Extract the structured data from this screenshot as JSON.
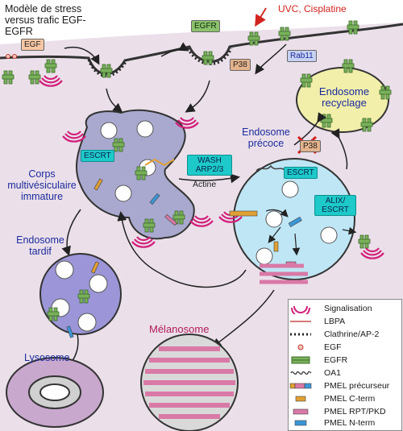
{
  "title": "Modèle de stress versus trafic EGF-EGFR",
  "labels": {
    "uvc": "UVC, Cisplatine",
    "egf": "EGF",
    "egfr": "EGFR",
    "p38_top": "P38",
    "rab11": "Rab11",
    "endosome_recyclage": "Endosome recyclage",
    "escrt_mvb": "ESCRT",
    "corps_mvb": "Corps multivésiculaire immature",
    "wash": "WASH ARP2/3",
    "actine": "Actine",
    "endosome_precoce": "Endosome précoce",
    "p38_crossed": "P38",
    "escrt_early": "ESCRT",
    "alix": "ALIX/ ESCRT",
    "endosome_tardif": "Endosome tardif",
    "lysosome": "Lysosome",
    "melanosome": "Mélanosome"
  },
  "legend": [
    {
      "icon": "signal-icon",
      "label": "Signalisation"
    },
    {
      "icon": "lbpa-line-icon",
      "label": "LBPA"
    },
    {
      "icon": "clathrin-dots-icon",
      "label": "Clathrine/AP-2"
    },
    {
      "icon": "egf-ligand-icon",
      "label": "EGF"
    },
    {
      "icon": "egfr-receptor-icon",
      "label": "EGFR"
    },
    {
      "icon": "oa1-icon",
      "label": "OA1"
    },
    {
      "icon": "pmel-precursor-icon",
      "label": "PMEL précurseur"
    },
    {
      "icon": "pmel-cterm-icon",
      "label": "PMEL C-term"
    },
    {
      "icon": "pmel-rpt-icon",
      "label": "PMEL RPT/PKD"
    },
    {
      "icon": "pmel-nterm-icon",
      "label": "PMEL N-term"
    }
  ],
  "colors": {
    "cytoplasm": "#ebe0ea",
    "mvb": "#a9a9cf",
    "early_endosome": "#bfe6f5",
    "recycling": "#f1efaa",
    "late_endosome": "#9c96d8",
    "lysosome": "#c9a8cd",
    "melanosome": "#d9d9d9",
    "signal": "#d2207a",
    "egfr": "#79b15b",
    "escrt": "#1ec9c9",
    "accent_red": "#d2231e",
    "label_blue": "#1c2b9c"
  }
}
